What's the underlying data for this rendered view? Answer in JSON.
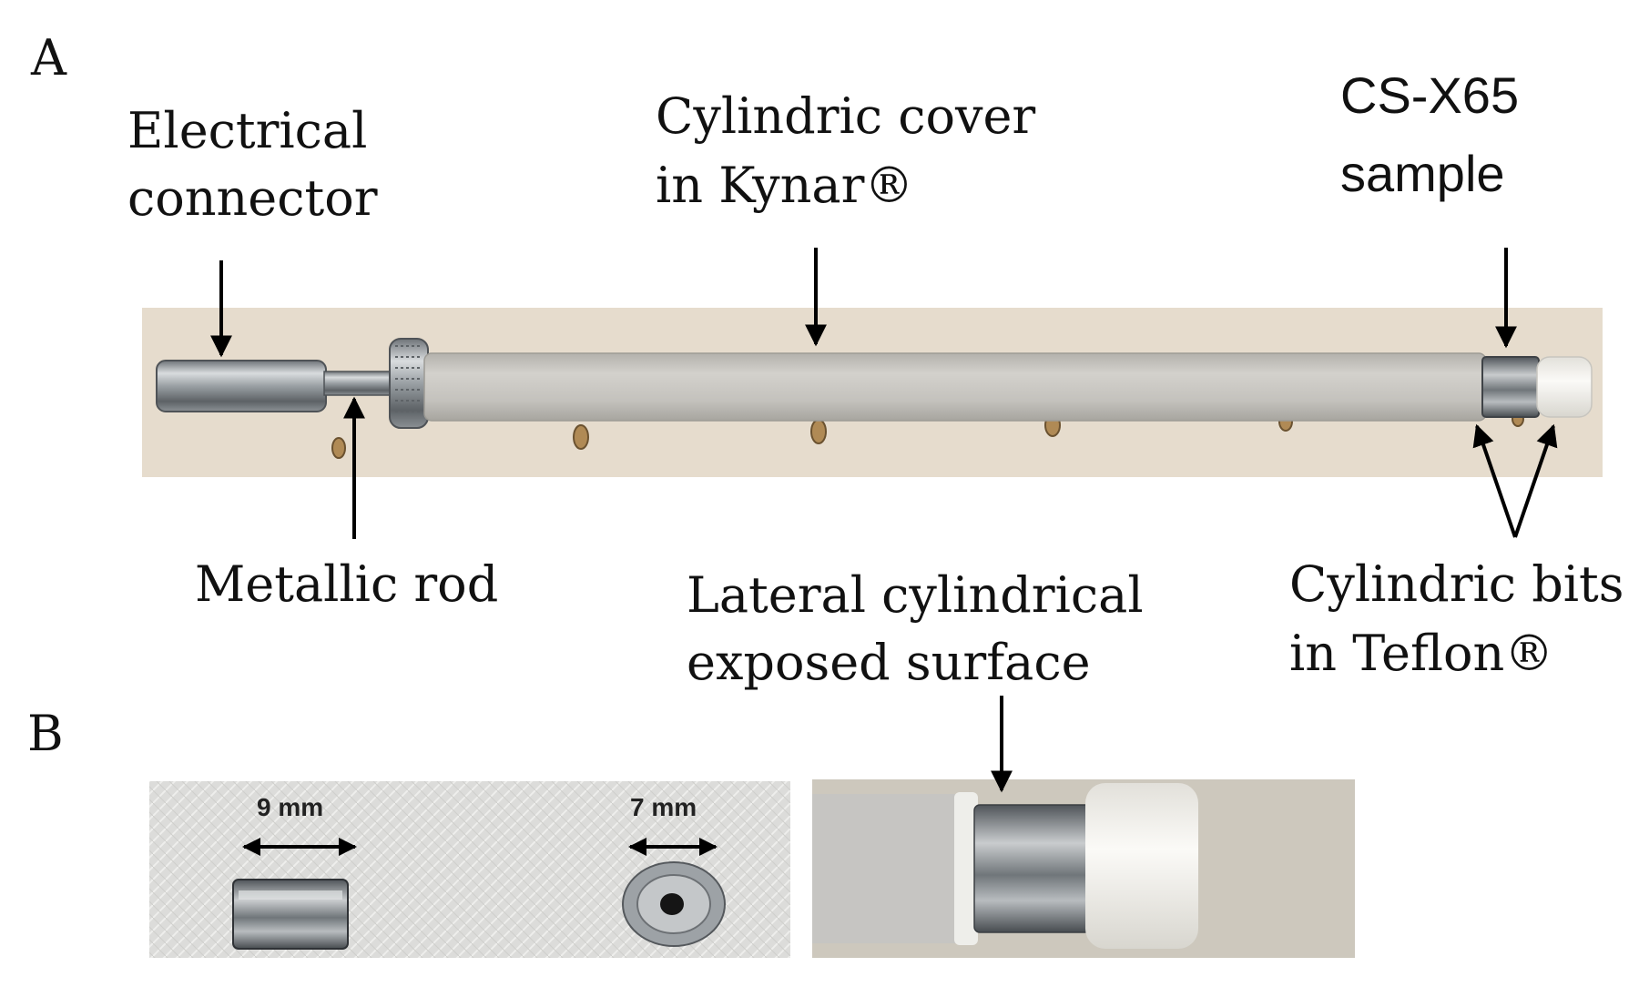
{
  "panel_a": {
    "letter": "A",
    "labels": {
      "electrical_connector": [
        "Electrical",
        "connector"
      ],
      "cylindric_cover": [
        "Cylindric cover",
        "in Kynar®"
      ],
      "sample": [
        "CS-X65",
        "sample"
      ],
      "metallic_rod": "Metallic rod",
      "exposed_surface": [
        "Lateral cylindrical",
        "exposed surface"
      ],
      "teflon_bits": [
        "Cylindric bits",
        "in Teflon®"
      ]
    }
  },
  "panel_b": {
    "letter": "B",
    "dimensions": {
      "length": "9 mm",
      "diameter": "7 mm"
    }
  },
  "colors": {
    "background_board": "#e6dccd",
    "kynar_cover": "#c9c7c1",
    "metal": "#9aa0a4",
    "teflon": "#f3f2ee",
    "arrow": "#000000"
  }
}
